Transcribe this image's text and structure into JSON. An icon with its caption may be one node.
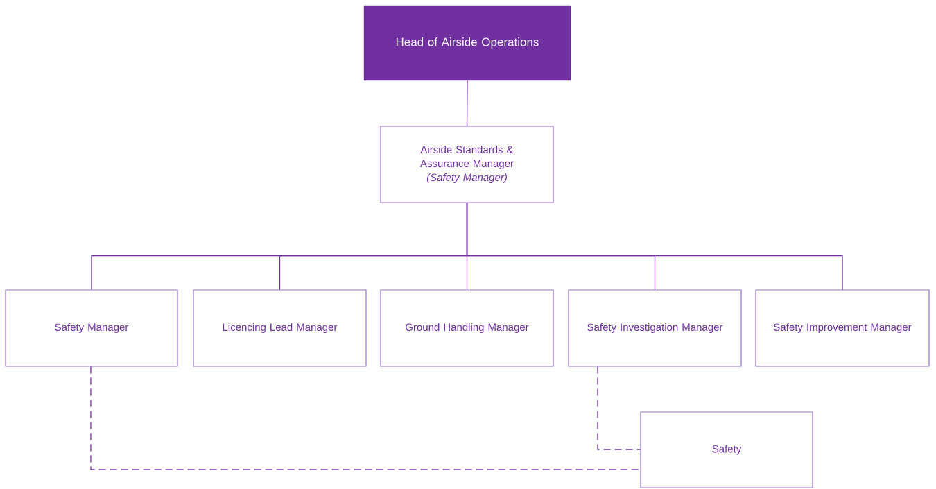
{
  "diagram": {
    "nodes": [
      {
        "text": [
          "Head of Airside Operations"
        ]
      },
      {
        "text": [
          "Airside Standards & Assurance Manager",
          "(Safety Manager)"
        ]
      },
      {
        "text": [
          "Safety Manager"
        ]
      },
      {
        "text": [
          "Licencing Lead Manager"
        ]
      },
      {
        "text": [
          "Ground Handling Manager"
        ]
      },
      {
        "text": [
          "Safety Investigation Manager"
        ]
      },
      {
        "text": [
          "Safety Improvement Manager"
        ]
      },
      {
        "text": [
          "Safety"
        ]
      }
    ],
    "edges": [
      {
        "from": 0,
        "to": 1,
        "arrow": "none"
      },
      {
        "from": 1,
        "to": 2,
        "arrow": "none"
      },
      {
        "from": 1,
        "to": 3,
        "arrow": "none"
      },
      {
        "from": 1,
        "to": 4,
        "arrow": "none"
      },
      {
        "from": 1,
        "to": 5,
        "arrow": "none"
      },
      {
        "from": 1,
        "to": 6,
        "arrow": "none"
      },
      {
        "from": 2,
        "to": 7,
        "arrow": "none",
        "style": "dashed"
      },
      {
        "from": 5,
        "to": 7,
        "arrow": "none",
        "style": "dashed"
      }
    ]
  }
}
